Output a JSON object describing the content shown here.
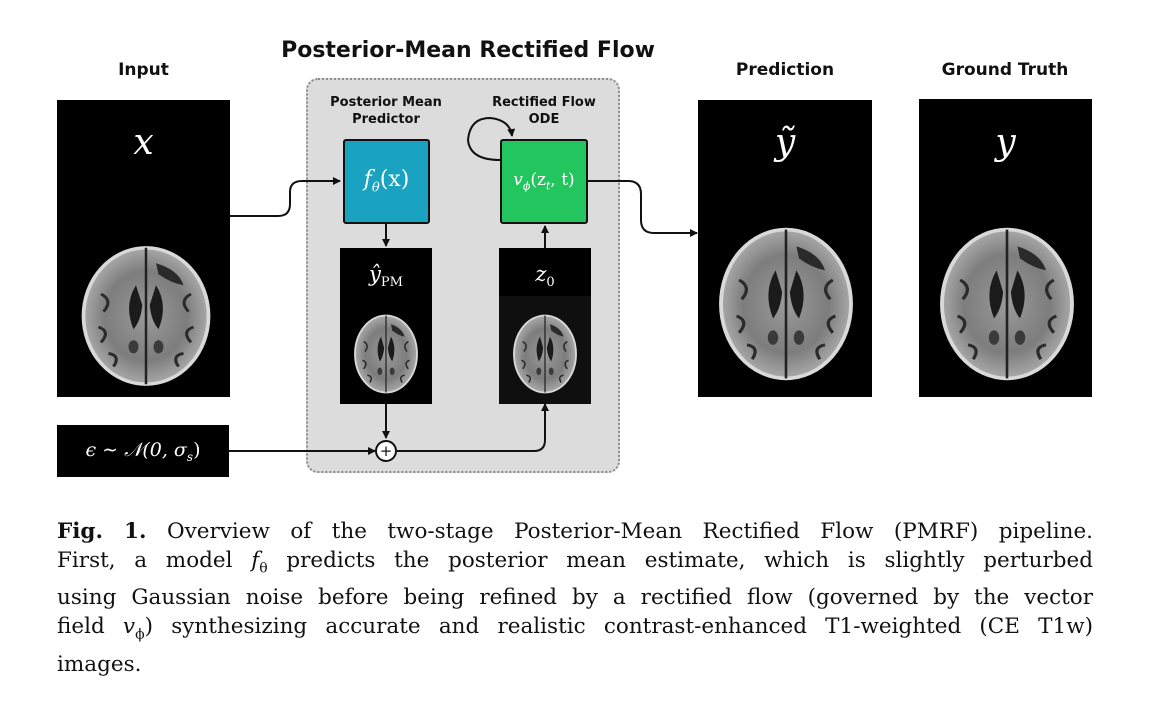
{
  "diagram": {
    "title": "Posterior-Mean Rectified Flow",
    "input_label": "Input",
    "prediction_label": "Prediction",
    "ground_truth_label": "Ground Truth",
    "pm_predictor_label_line1": "Posterior Mean",
    "pm_predictor_label_line2": "Predictor",
    "rf_ode_label_line1": "Rectified Flow",
    "rf_ode_label_line2": "ODE",
    "input_symbol": "x",
    "prediction_symbol": "ỹ",
    "ground_truth_symbol": "y",
    "pm_estimate_symbol": "ŷ",
    "pm_estimate_subscript": "PM",
    "z0_symbol": "z",
    "z0_subscript": "0",
    "f_box_text": "f",
    "f_box_sub": "θ",
    "f_box_arg": "(x)",
    "v_box_text": "v",
    "v_box_sub": "ϕ",
    "v_box_arg_pre": "(z",
    "v_box_arg_sub": "t",
    "v_box_arg_post": ", t)",
    "noise_text": "ϵ ∼ 𝒩(0, σ",
    "noise_sub": "s",
    "noise_close": ")",
    "plus_symbol": "+",
    "colors": {
      "f_box": "#1aa3c0",
      "v_box": "#22c55e",
      "dashed_region": "#dcdcdc"
    }
  },
  "caption": {
    "fig_label": "Fig. 1.",
    "line1": "Overview of the two-stage Posterior-Mean Rectified Flow (PMRF) pipeline.",
    "line2_a": "First, a model ",
    "line2_f": "f",
    "line2_fsub": "θ",
    "line2_b": " predicts the posterior mean estimate, which is slightly perturbed",
    "line3": "using Gaussian noise before being refined by a rectified flow (governed by the vector",
    "line4_a": "field ",
    "line4_v": "v",
    "line4_vsub": "ϕ",
    "line4_b": ") synthesizing accurate and realistic contrast-enhanced T1-weighted (CE T1w)",
    "line5": "images."
  }
}
